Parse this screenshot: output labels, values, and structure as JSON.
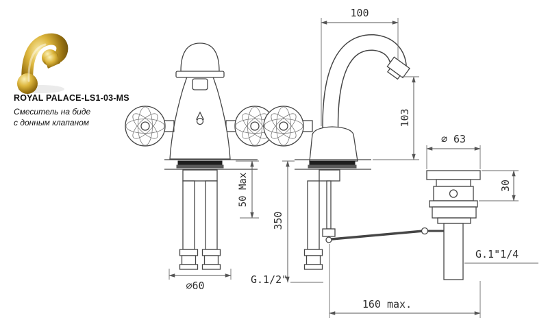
{
  "page": {
    "background": "#ffffff"
  },
  "product": {
    "code": "ROYAL PALACE-LS1-03-MS",
    "description_line1": "Смеситель на биде",
    "description_line2": "с донным клапаном",
    "photo_icon": "gold-bidet-mixer-photo",
    "gold_color": "#c9a227"
  },
  "drawing": {
    "line_color": "#454545",
    "dims": {
      "spout_reach": "100",
      "spout_height": "103",
      "deck_thickness_max": "50 Max",
      "hose_length": "350",
      "base_diameter": "∅60",
      "inlet_thread": "G.1/2\"",
      "drain_diameter": "∅ 63",
      "drain_cap_height": "30",
      "drain_thread": "G.1\"1/4",
      "linkage_reach_max": "160 max."
    }
  }
}
